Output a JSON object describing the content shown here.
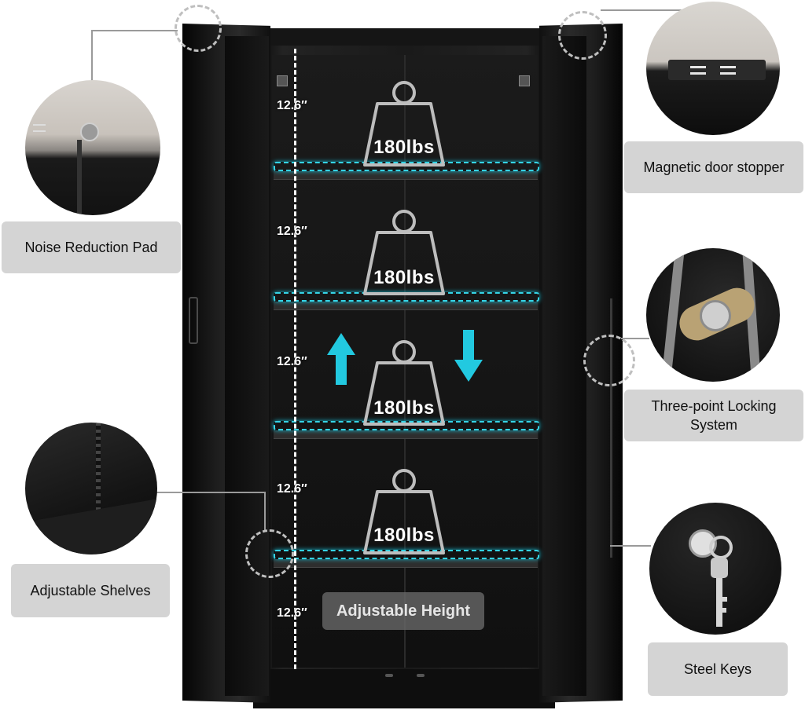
{
  "shelf_spacing_label": "12.6″",
  "weight_capacity_label": "180lbs",
  "adjustable_height_label": "Adjustable Height",
  "features": {
    "noise_reduction_pad": "Noise Reduction Pad",
    "magnetic_door_stopper": "Magnetic door stopper",
    "three_point_locking": "Three-point Locking System",
    "adjustable_shelves": "Adjustable Shelves",
    "steel_keys": "Steel Keys"
  },
  "colors": {
    "cabinet": "#151515",
    "shelf_highlight": "#35d4e6",
    "label_background": "#d4d4d4",
    "arrow": "#22c9e0"
  },
  "icons": [
    "weight-icon",
    "arrow-up-icon",
    "arrow-down-icon",
    "key-icon",
    "lock-icon"
  ]
}
